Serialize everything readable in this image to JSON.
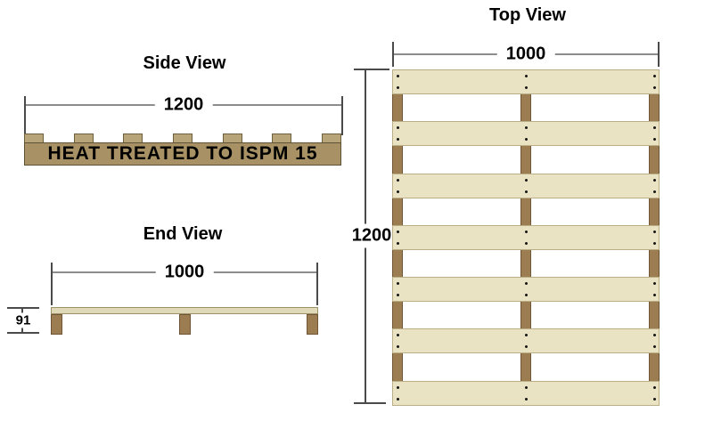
{
  "colors": {
    "deck_board_fill": "#EAE3C3",
    "deck_board_border": "#B9AE85",
    "stringer_fill": "#9C7D52",
    "stringer_border": "#6F5636",
    "side_beam_fill": "#A89164",
    "side_beam_border": "#5E5136",
    "side_block_fill": "#B7A478",
    "side_block_border": "#6F6040",
    "end_board_fill": "#E0D9B8",
    "end_board_border": "#9C9168",
    "dim_line": "#8C8C8C",
    "dim_tick": "#4A4A4A"
  },
  "side_view": {
    "title": "Side View",
    "width_label": "1200",
    "stamp_text": "HEAT TREATED TO ISPM 15",
    "deck_block_count": 7
  },
  "end_view": {
    "title": "End View",
    "width_label": "1000",
    "height_label": "91",
    "leg_count": 3
  },
  "top_view": {
    "title": "Top View",
    "width_label": "1000",
    "height_label": "1200",
    "deck_board_count": 7,
    "stringer_count": 3,
    "nails_per_board": 6
  }
}
